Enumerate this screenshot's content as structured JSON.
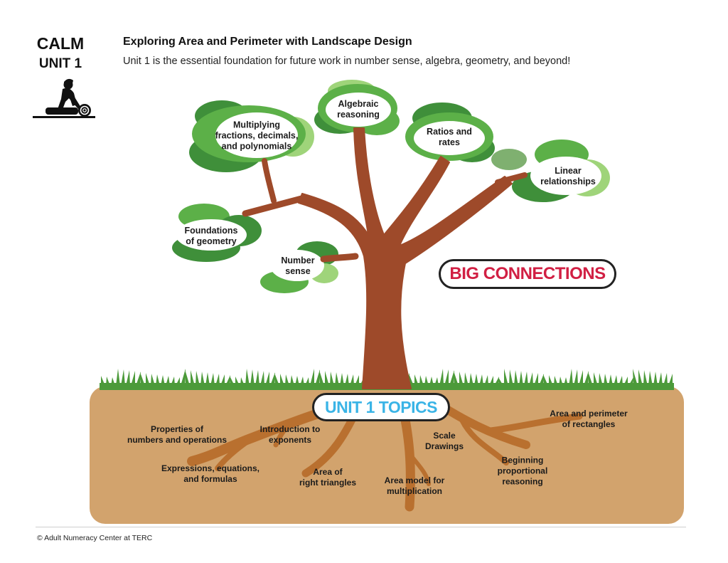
{
  "header": {
    "brand": "CALM",
    "unit": "UNIT 1",
    "title": "Exploring Area and Perimeter with Landscape Design",
    "subtitle": "Unit 1 is the essential foundation for future work in number sense, algebra, geometry, and beyond!"
  },
  "icons": {
    "logo": "person-rolling-sod-icon"
  },
  "colors": {
    "trunk": "#9e4a2a",
    "leaf_dark": "#3f8f3a",
    "leaf_mid": "#5cb048",
    "leaf_light": "#9fd47a",
    "soil": "#d2a36d",
    "roots": "#b9702f",
    "grass": "#4c9a3a",
    "big_connections": "#d11f43",
    "unit_topics": "#3ab4e6"
  },
  "tree": {
    "badge": "BIG CONNECTIONS",
    "leaves": [
      {
        "id": "multiplying",
        "text": "Multiplying\nfractions, decimals,\nand polynomials"
      },
      {
        "id": "algebraic",
        "text": "Algebraic\nreasoning"
      },
      {
        "id": "ratios",
        "text": "Ratios and\nrates"
      },
      {
        "id": "linear",
        "text": "Linear\nrelationships"
      },
      {
        "id": "geometry",
        "text": "Foundations\nof geometry"
      },
      {
        "id": "number-sense",
        "text": "Number\nsense"
      }
    ]
  },
  "roots": {
    "badge": "UNIT 1 TOPICS",
    "topics": [
      {
        "id": "properties",
        "text": "Properties of\nnumbers and operations"
      },
      {
        "id": "exponents",
        "text": "Introduction to\nexponents"
      },
      {
        "id": "scale",
        "text": "Scale\nDrawings"
      },
      {
        "id": "area-perimeter",
        "text": "Area and perimeter\nof rectangles"
      },
      {
        "id": "expressions",
        "text": "Expressions, equations,\nand formulas"
      },
      {
        "id": "triangles",
        "text": "Area of\nright triangles"
      },
      {
        "id": "area-model",
        "text": "Area model for\nmultiplication"
      },
      {
        "id": "proportional",
        "text": "Beginning\nproportional\nreasoning"
      }
    ]
  },
  "footer": {
    "copyright": "© Adult Numeracy Center at TERC"
  }
}
